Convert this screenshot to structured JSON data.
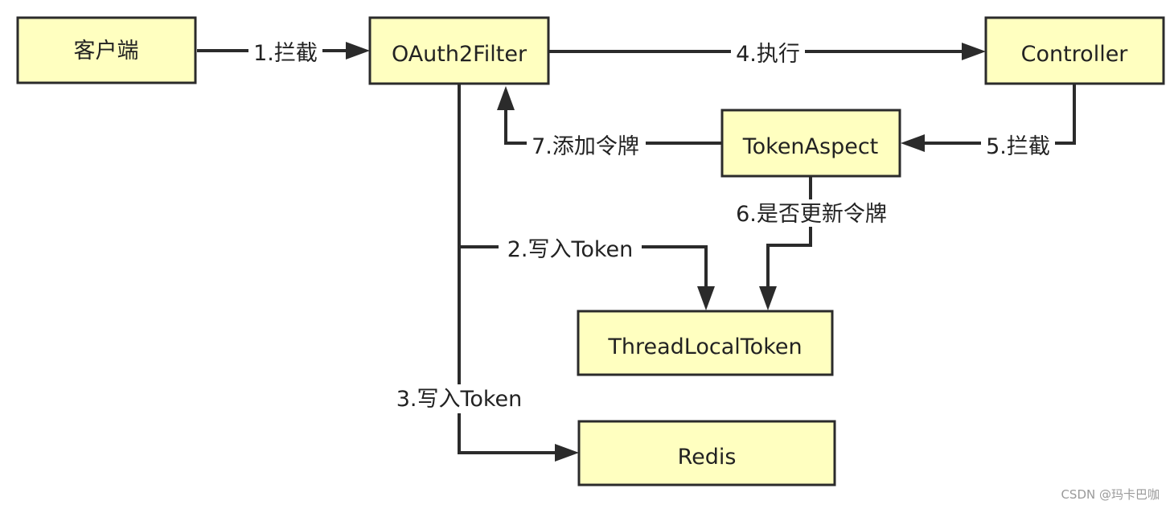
{
  "nodes": {
    "client": "客户端",
    "filter": "OAuth2Filter",
    "controller": "Controller",
    "aspect": "TokenAspect",
    "threadlocal": "ThreadLocalToken",
    "redis": "Redis"
  },
  "edges": {
    "e1": "1.拦截",
    "e2": "2.写入Token",
    "e3": "3.写入Token",
    "e4": "4.执行",
    "e5": "5.拦截",
    "e6": "6.是否更新令牌",
    "e7": "7.添加令牌"
  },
  "watermark": "CSDN @玛卡巴咖",
  "colors": {
    "box_fill": "#ffffc0",
    "stroke": "#2b2b2b"
  }
}
